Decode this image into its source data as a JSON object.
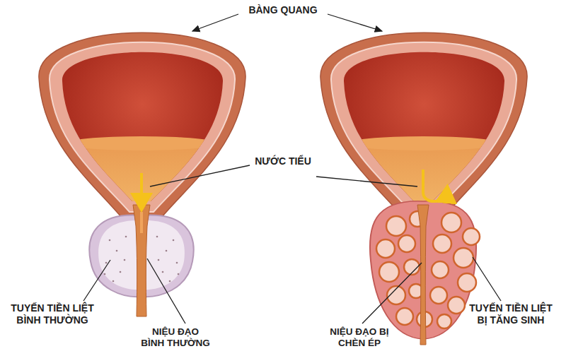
{
  "diagram": {
    "labels": [
      "BÀNG QUANG",
      "NƯỚC TIỂU",
      "TUYẾN TIỀN LIỆT BÌNH THƯỜNG",
      "NIỆU ĐẠO BÌNH THƯỜNG",
      "NIỆU ĐẠO BỊ CHÈN ÉP",
      "TUYẾN TIỀN LIỆT BỊ TĂNG SINH"
    ]
  }
}
